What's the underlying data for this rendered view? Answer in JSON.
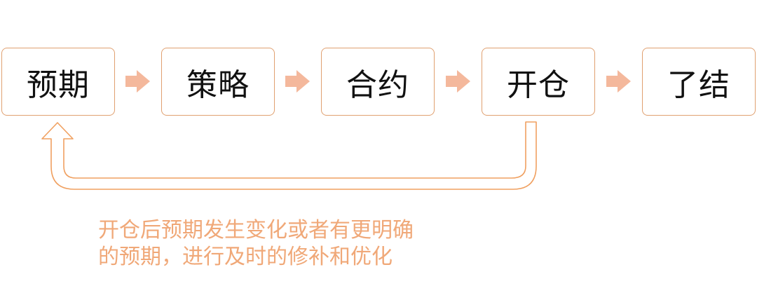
{
  "steps": [
    {
      "label": "预期"
    },
    {
      "label": "策略"
    },
    {
      "label": "合约"
    },
    {
      "label": "开仓"
    },
    {
      "label": "了结"
    }
  ],
  "note": {
    "line1": "开仓后预期发生变化或者有更明确",
    "line2": "的预期，进行及时的修补和优化"
  },
  "colors": {
    "box_border": "#e0a070",
    "step_arrow": "#f4b89c",
    "loop_line": "#f0a060",
    "note_text": "#f0a878",
    "label_text": "#111111"
  },
  "icons": {
    "step_arrow": "right-arrow-icon",
    "loop_arrow": "return-loop-arrow-icon"
  }
}
